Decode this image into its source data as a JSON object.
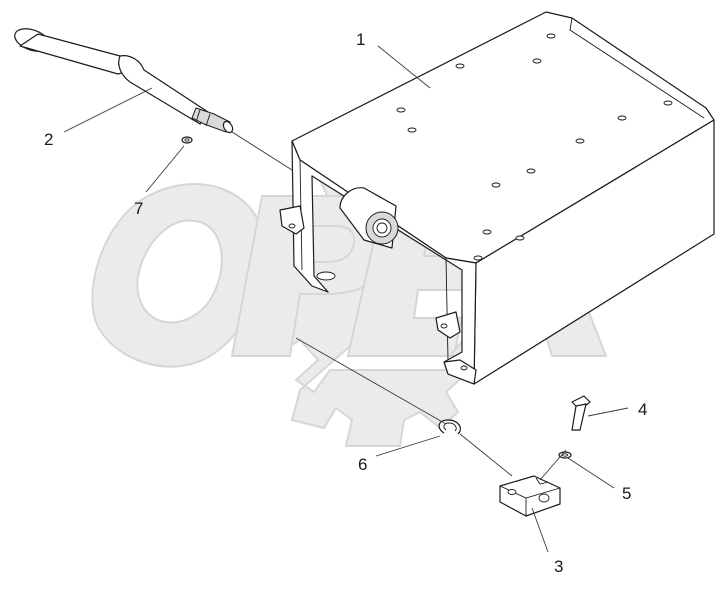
{
  "watermark": {
    "text": "OPEX"
  },
  "callouts": [
    {
      "id": "part-1",
      "label": "1"
    },
    {
      "id": "part-2",
      "label": "2"
    },
    {
      "id": "part-3",
      "label": "3"
    },
    {
      "id": "part-4",
      "label": "4"
    },
    {
      "id": "part-5",
      "label": "5"
    },
    {
      "id": "part-6",
      "label": "6"
    },
    {
      "id": "part-7",
      "label": "7"
    }
  ]
}
